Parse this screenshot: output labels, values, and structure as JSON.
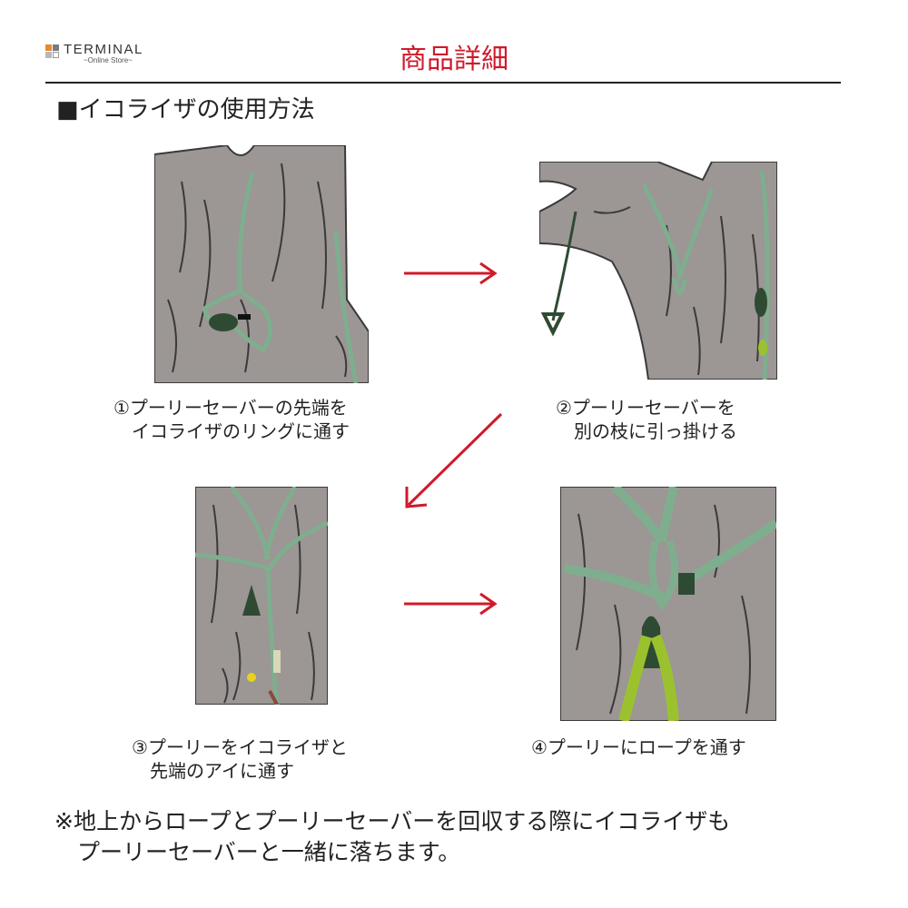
{
  "logo": {
    "text": "TERMINAL",
    "subtext": "~Online Store~",
    "colors": [
      "#e8892b",
      "#7a7a7a",
      "#b8b8b8",
      "#ffffff"
    ]
  },
  "page_title": "商品詳細",
  "section_heading": "■イコライザの使用方法",
  "steps": [
    {
      "caption_line1": "①プーリーセーバーの先端を",
      "caption_line2": "　イコライザのリングに通す"
    },
    {
      "caption_line1": "②プーリーセーバーを",
      "caption_line2": "　別の枝に引っ掛ける"
    },
    {
      "caption_line1": "③プーリーをイコライザと",
      "caption_line2": "　先端のアイに通す"
    },
    {
      "caption_line1": "④プーリーにロープを通す",
      "caption_line2": ""
    }
  ],
  "note_line1": "※地上からロープとプーリーセーバーを回収する際にイコライザも",
  "note_line2": "　プーリーセーバーと一緒に落ちます。",
  "colors": {
    "accent": "#d0192b",
    "bark": "#9c9695",
    "bark_line": "#3a3a3a",
    "rope": "#7fae8f",
    "hardware": "#2f4a33",
    "lime_rope": "#9bc22e"
  }
}
